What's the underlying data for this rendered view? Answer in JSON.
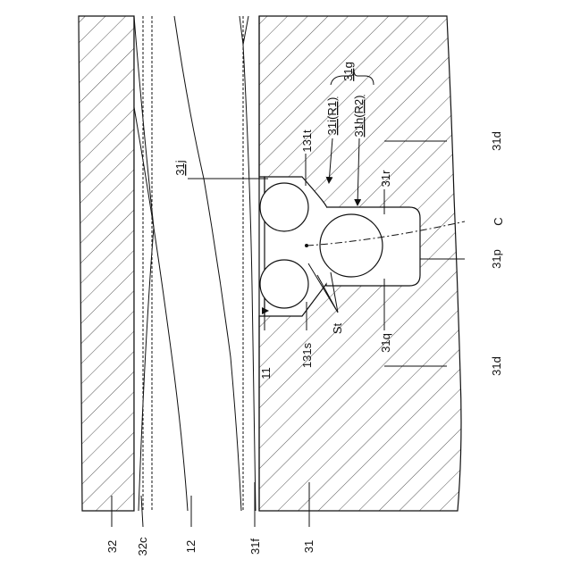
{
  "labels": {
    "l31g": "31g",
    "l31i_r1": "31i(R1)",
    "l31h_r2": "31h(R2)",
    "l131t": "131t",
    "l31d_top": "31d",
    "l31j": "31j",
    "l31r": "31r",
    "lC": "C",
    "l31p": "31p",
    "l31q": "31q",
    "lSt": "St",
    "l11": "11",
    "l131s": "131s",
    "l31d_bottom": "31d",
    "l32": "32",
    "l32c": "32c",
    "l12": "12",
    "l31f": "31f",
    "l31": "31"
  },
  "colors": {
    "line": "#111111",
    "hatch": "#555555",
    "background": "#ffffff"
  }
}
